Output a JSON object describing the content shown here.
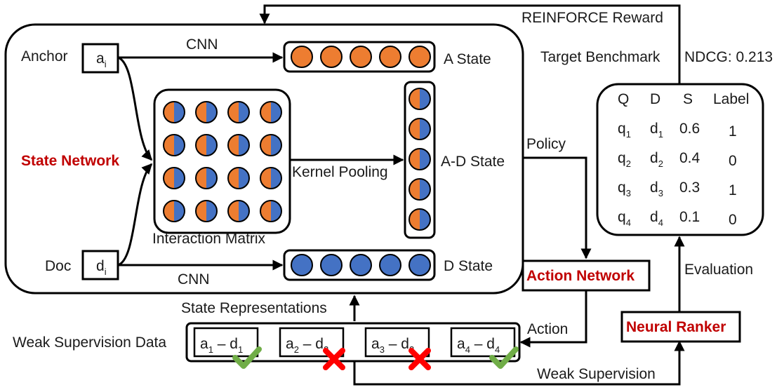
{
  "labels": {
    "reinforce_reward": "REINFORCE  Reward",
    "target_benchmark": "Target Benchmark",
    "ndcg": "NDCG: 0.213",
    "cnn_top": "CNN",
    "cnn_bottom": "CNN",
    "anchor": "Anchor",
    "doc": "Doc",
    "a_state": "A State",
    "d_state": "D State",
    "ad_state": "A-D State",
    "kernel_pooling": "Kernel Pooling",
    "interaction_matrix": "Interaction Matrix",
    "state_network": "State Network",
    "policy": "Policy",
    "action_network": "Action Network",
    "action": "Action",
    "state_representations": "State Representations",
    "weak_supervision_data": "Weak Supervision Data",
    "weak_supervision": "Weak Supervision",
    "evaluation": "Evaluation",
    "neural_ranker": "Neural Ranker"
  },
  "anchor_var": {
    "base": "a",
    "sub": "i"
  },
  "doc_var": {
    "base": "d",
    "sub": "i"
  },
  "benchmark_table": {
    "headers": [
      "Q",
      "D",
      "S",
      "Label"
    ],
    "rows": [
      {
        "q": "q",
        "qs": "1",
        "d": "d",
        "ds": "1",
        "s": "0.6",
        "label": "1"
      },
      {
        "q": "q",
        "qs": "2",
        "d": "d",
        "ds": "2",
        "s": "0.4",
        "label": "0"
      },
      {
        "q": "q",
        "qs": "3",
        "d": "d",
        "ds": "3",
        "s": "0.3",
        "label": "1"
      },
      {
        "q": "q",
        "qs": "4",
        "d": "d",
        "ds": "4",
        "s": "0.1",
        "label": "0"
      }
    ]
  },
  "weak_pairs": [
    {
      "a": "a",
      "as": "1",
      "d": "d",
      "ds": "1",
      "mark": "check"
    },
    {
      "a": "a",
      "as": "2",
      "d": "d",
      "ds": "2",
      "mark": "cross"
    },
    {
      "a": "a",
      "as": "3",
      "d": "d",
      "ds": "3",
      "mark": "cross"
    },
    {
      "a": "a",
      "as": "4",
      "d": "d",
      "ds": "4",
      "mark": "check"
    }
  ],
  "colors": {
    "orange": "#ED7D31",
    "blue": "#4472C4",
    "red": "#C00000",
    "check": "#70AD47",
    "cross": "#FF0000"
  }
}
